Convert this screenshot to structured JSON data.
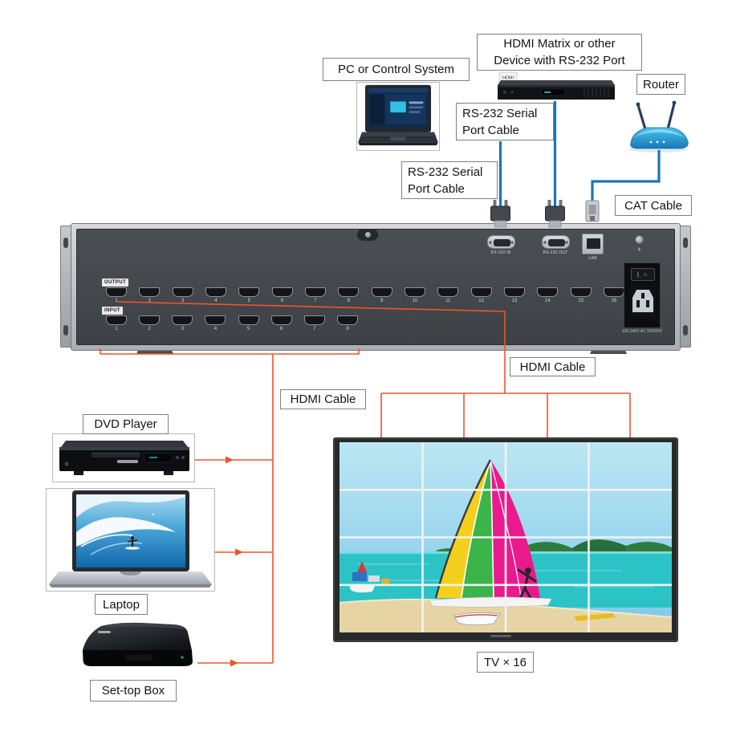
{
  "colors": {
    "connection_line": "#F0542C",
    "cable": "#1B74BC"
  },
  "labels": {
    "pc": "PC or Control System",
    "matrix_device": [
      "HDMI Matrix or other",
      "Device with RS-232 Port"
    ],
    "router": "Router",
    "rs232_cable_top": [
      "RS-232 Serial",
      "Port Cable"
    ],
    "rs232_cable_left": [
      "RS-232 Serial",
      "Port Cable"
    ],
    "cat_cable": "CAT Cable",
    "hdmi_cable_out": "HDMI Cable",
    "hdmi_cable_in": "HDMI Cable",
    "dvd_player": "DVD Player",
    "laptop": "Laptop",
    "set_top_box": "Set-top Box",
    "tv_count": "TV × 16",
    "hdmi_tag": "HDMI"
  },
  "matrix": {
    "output_label": "OUTPUT",
    "input_label": "INPUT",
    "output_ports": [
      "1",
      "2",
      "3",
      "4",
      "5",
      "6",
      "7",
      "8",
      "9",
      "10",
      "11",
      "12",
      "13",
      "14",
      "15",
      "16"
    ],
    "input_ports": [
      "1",
      "2",
      "3",
      "4",
      "5",
      "6",
      "7",
      "8"
    ],
    "rs232_in": "RS-232 IN",
    "rs232_out": "RS-232 OUT",
    "lan": "LAN",
    "power": "100-240V AC 50/60HZ"
  }
}
